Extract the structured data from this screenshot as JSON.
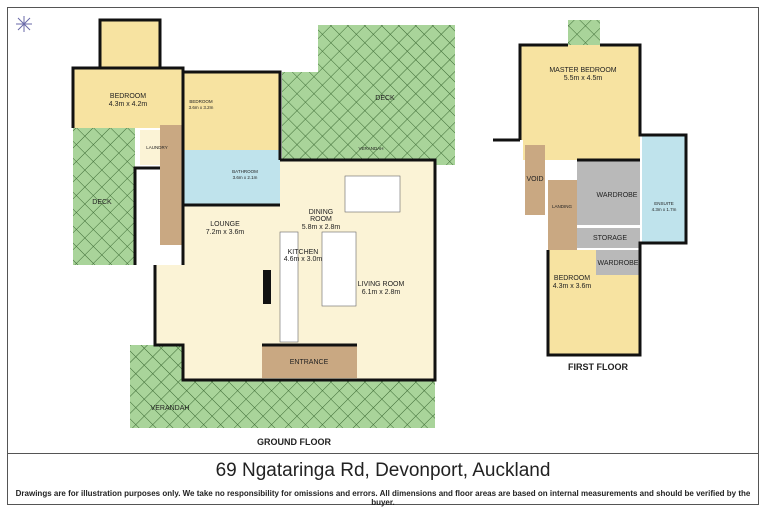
{
  "logo": "compass-logo",
  "colors": {
    "bedroom": "#f7e3a1",
    "living": "#fbf3d6",
    "bathroom": "#bfe3ec",
    "hall": "#c9a882",
    "wardrobe": "#b9b9b9",
    "deck": "#a9d49a",
    "wall": "#111111"
  },
  "ground_floor": {
    "label": "GROUND FLOOR",
    "rooms": {
      "bedroom1": {
        "name": "BEDROOM",
        "size": "4.3m x 4.2m"
      },
      "bedroom2": {
        "name": "BEDROOM",
        "size": "3.6m x 3.2m"
      },
      "bathroom": {
        "name": "BATHROOM",
        "size": "3.6m x 2.1m"
      },
      "laundry": {
        "name": "LAUNDRY"
      },
      "deck_top": {
        "name": "DECK"
      },
      "deck_left": {
        "name": "DECK"
      },
      "verandah_top": {
        "name": "VERANDAH"
      },
      "verandah_bottom": {
        "name": "VERANDAH"
      },
      "lounge": {
        "name": "LOUNGE",
        "size": "7.2m x 3.6m"
      },
      "dining": {
        "name": "DINING",
        "name2": "ROOM",
        "size": "5.8m x 2.8m"
      },
      "kitchen": {
        "name": "KITCHEN",
        "size": "4.6m x 3.0m"
      },
      "living": {
        "name": "LIVING ROOM",
        "size": "6.1m x 2.8m"
      },
      "entrance": {
        "name": "ENTRANCE"
      }
    }
  },
  "first_floor": {
    "label": "FIRST FLOOR",
    "rooms": {
      "master": {
        "name": "MASTER BEDROOM",
        "size": "5.5m x 4.5m"
      },
      "void": {
        "name": "VOID"
      },
      "landing": {
        "name": "LANDING"
      },
      "wardrobe1": {
        "name": "WARDROBE"
      },
      "ensuite": {
        "name": "ENSUITE",
        "size": "4.3m x 1.7m"
      },
      "storage": {
        "name": "STORAGE"
      },
      "wardrobe2": {
        "name": "WARDROBE"
      },
      "bedroom": {
        "name": "BEDROOM",
        "size": "4.3m x 3.6m"
      }
    }
  },
  "footer": {
    "address": "69 Ngataringa Rd, Devonport, Auckland",
    "disclaimer": "Drawings are for illustration purposes only. We take no responsibility for omissions and errors.  All dimensions and floor areas are based on internal measurements and should be verified by the buyer."
  }
}
